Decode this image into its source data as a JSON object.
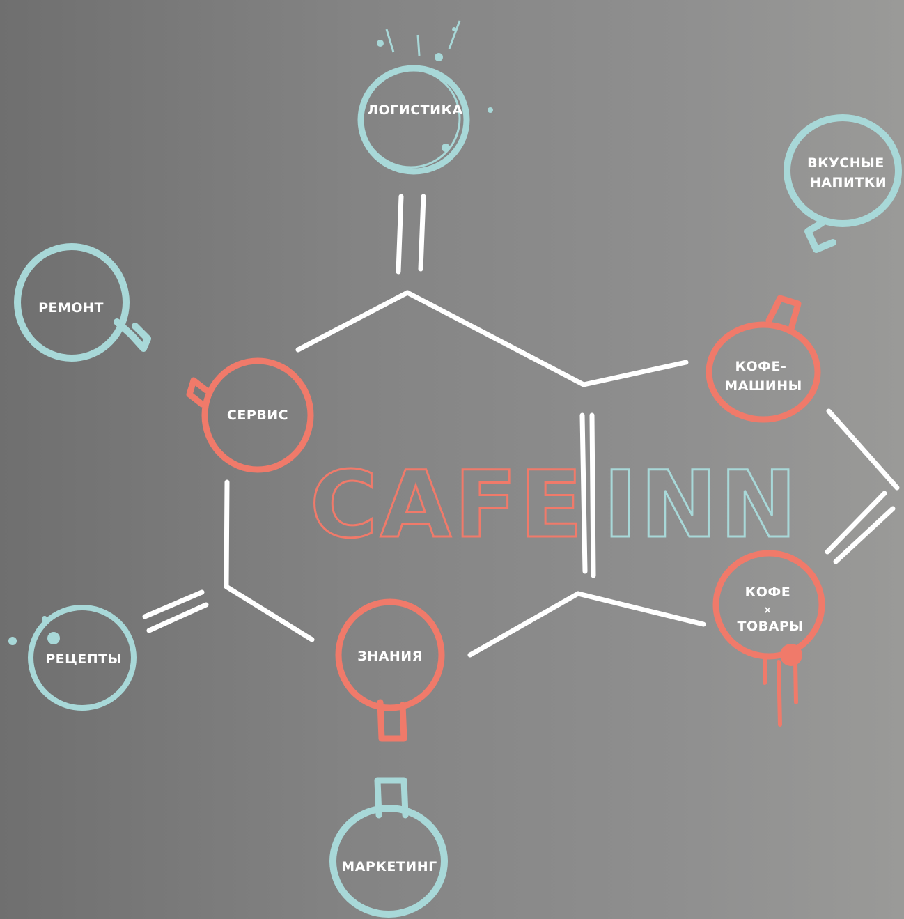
{
  "logo": {
    "left": "CAFE",
    "right": "INN"
  },
  "colors": {
    "teal": "#a8d8d8",
    "coral": "#f07a6a",
    "white": "#ffffff"
  },
  "nodes": {
    "logistics": [
      "ЛОГИСТИКА"
    ],
    "drinks": [
      "ВКУСНЫЕ",
      "НАПИТКИ"
    ],
    "repair": [
      "РЕМОНТ"
    ],
    "service": [
      "СЕРВИС"
    ],
    "coffee_machines": [
      "КОФЕ-",
      "МАШИНЫ"
    ],
    "coffee_goods": [
      "КОФЕ",
      "×",
      "ТОВАРЫ"
    ],
    "knowledge": [
      "ЗНАНИЯ"
    ],
    "recipes": [
      "РЕЦЕПТЫ"
    ],
    "marketing": [
      "МАРКЕТИНГ"
    ]
  }
}
